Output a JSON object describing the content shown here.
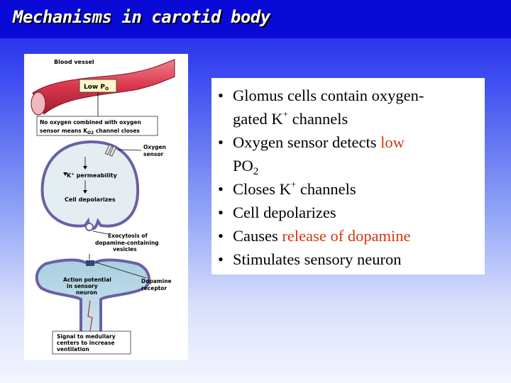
{
  "title": "Mechanisms in carotid body",
  "diagram": {
    "blood_vessel": "Blood vessel",
    "low_po2": "Low P",
    "low_po2_sub": "O",
    "no_oxygen_line1": "No oxygen combined with oxygen",
    "no_oxygen_line2": "sensor means K",
    "no_oxygen_sub": "O2",
    "no_oxygen_tail": " channel closes",
    "oxygen_sensor_1": "Oxygen",
    "oxygen_sensor_2": "sensor",
    "k_perm_k": "K",
    "k_perm_sup": "+",
    "k_perm_text": " permeability",
    "cell_depolarizes": "Cell depolarizes",
    "exocytosis_1": "Exocytosis of",
    "exocytosis_2": "dopamine-containing",
    "exocytosis_3": "vesicles",
    "action_potential_1": "Action potential",
    "action_potential_2": "in sensory",
    "action_potential_3": "neuron",
    "dopamine_receptor_1": "Dopamine",
    "dopamine_receptor_2": "receptor",
    "signal_1": "Signal to medullary",
    "signal_2": "centers to increase",
    "signal_3": "ventilation"
  },
  "bullets": {
    "b1_a": "Glomus cells contain oxygen-",
    "b1_b": "gated K",
    "b1_sup": "+",
    "b1_c": " channels",
    "b2_a": "Oxygen sensor detects ",
    "b2_red": "low",
    "b2_b": "PO",
    "b2_sub": "2",
    "b3_a": "Closes K",
    "b3_sup": "+",
    "b3_b": " channels",
    "b4": "Cell depolarizes",
    "b5_a": "Causes ",
    "b5_red": "release of dopamine",
    "b6": "Stimulates sensory neuron",
    "marker": "•"
  },
  "colors": {
    "title_bar": "#0a0ad6",
    "accent_red": "#d4380d",
    "blood_vessel": "#d9354b",
    "cell_fill": "#e4eef2",
    "cell_border": "#6b5fa4",
    "neuron_fill": "#b9d9e6"
  }
}
